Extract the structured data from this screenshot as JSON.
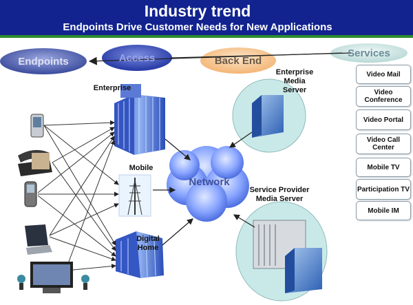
{
  "header": {
    "title": "Industry trend",
    "subtitle": "Endpoints Drive Customer Needs for New Applications"
  },
  "tiers": {
    "endpoints": "Endpoints",
    "access": "Access",
    "back_end": "Back End",
    "services": "Services"
  },
  "nodes": {
    "enterprise": "Enterprise",
    "mobile": "Mobile",
    "digital_home": "Digital Home",
    "network": "Network",
    "enterprise_media_server": "Enterprise Media Server",
    "service_provider_media_server": "Service Provider Media Server"
  },
  "services": [
    "Video Mail",
    "Video Conference",
    "Video Portal",
    "Video Call Center",
    "Mobile TV",
    "Participation TV",
    "Mobile IM"
  ],
  "endpoint_devices": [
    "pda-icon",
    "desk-phone-icon",
    "mobile-phone-icon",
    "laptop-icon",
    "tv-icon"
  ],
  "colors": {
    "header": "#12238f",
    "endpoints_oval": "#4a5aa8",
    "access_oval": "#3346b0",
    "back_end_oval": "#f6c489",
    "services_oval": "#cfe6e4",
    "server_circle": "#c9e9e9",
    "building": "#3860c8",
    "network_cloud": "#7fa0ff"
  }
}
